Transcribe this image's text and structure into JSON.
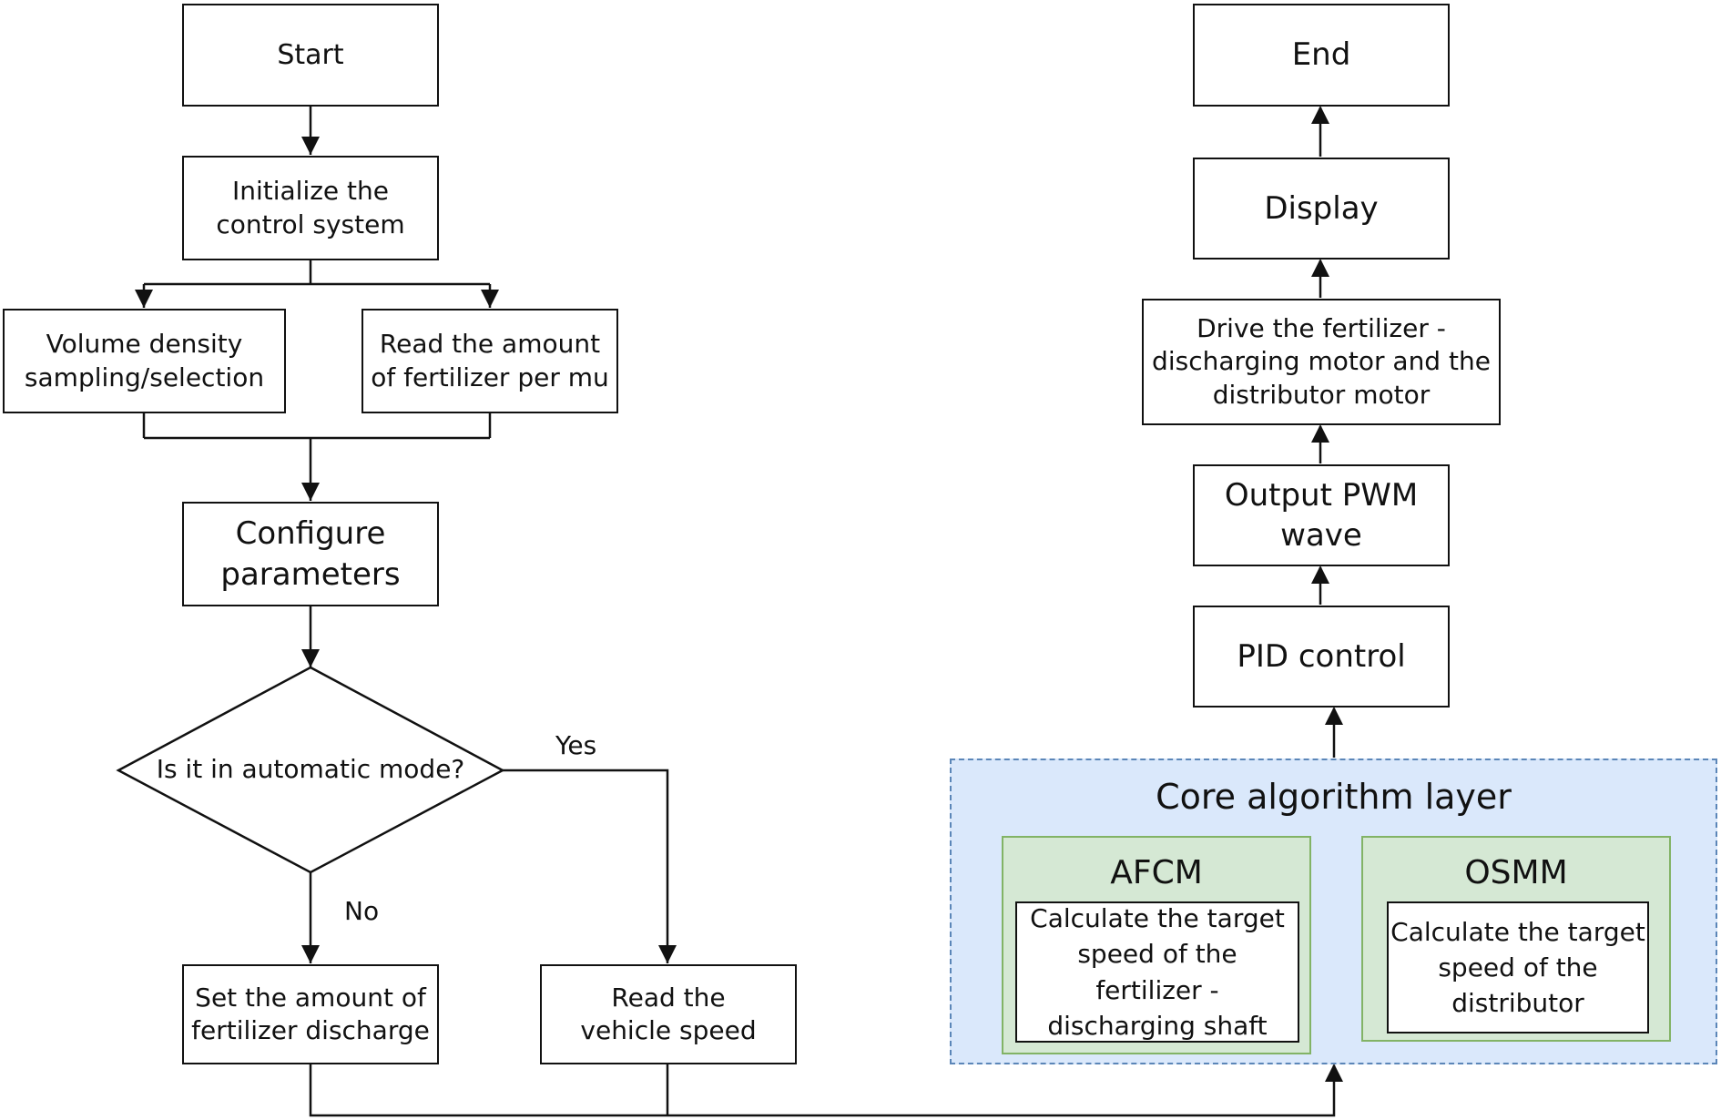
{
  "nodes": {
    "start": "Start",
    "init": "Initialize the control system",
    "volume": "Volume density sampling/selection",
    "read_amount": "Read the amount of fertilizer per mu",
    "configure": "Configure parameters",
    "decision": "Is it in automatic mode?",
    "set_amount": "Set the amount of fertilizer discharge",
    "read_speed": "Read the vehicle speed",
    "pid": "PID control",
    "pwm": "Output PWM wave",
    "drive": "Drive the fertilizer - discharging motor and the distributor motor",
    "display": "Display",
    "end": "End"
  },
  "edge_labels": {
    "yes": "Yes",
    "no": "No"
  },
  "core_layer": {
    "title": "Core algorithm layer",
    "modules": [
      {
        "name": "AFCM",
        "text": "Calculate the target speed of the fertilizer - discharging shaft"
      },
      {
        "name": "OSMM",
        "text": "Calculate the target speed of the distributor"
      }
    ]
  },
  "colors": {
    "core_fill": "#dae8fb",
    "core_border": "#5b86b8",
    "module_fill": "#d5e8d4",
    "module_border": "#82b366",
    "line": "#111111"
  }
}
